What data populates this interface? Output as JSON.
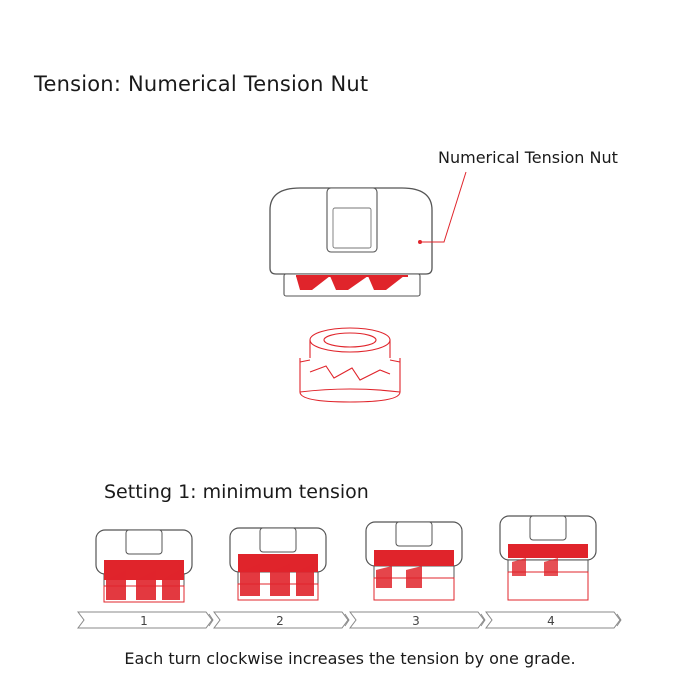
{
  "title": "Tension:  Numerical Tension Nut",
  "callout_label": "Numerical Tension Nut",
  "setting": {
    "prefix": "Setting 1:",
    "suffix": " minimum tension"
  },
  "grades": [
    "1",
    "2",
    "3",
    "4"
  ],
  "caption": "Each turn clockwise increases the tension by one grade.",
  "colors": {
    "accent": "#e0242b",
    "outline": "#555555"
  }
}
